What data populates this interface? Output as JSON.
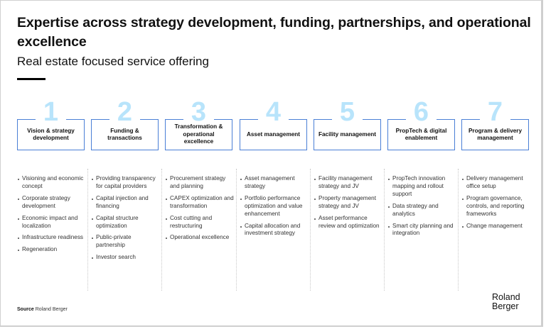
{
  "header": {
    "title": "Expertise across strategy development, funding, partnerships, and operational excellence",
    "subtitle": "Real estate focused service offering"
  },
  "colors": {
    "accent_number": "#b8e4fb",
    "box_border": "#4a7fd6"
  },
  "columns": [
    {
      "number": "1",
      "heading": "Vision & strategy development",
      "items": [
        "Visioning and economic concept",
        "Corporate strategy development",
        "Economic impact and localization",
        "Infrastructure readiness",
        "Regeneration"
      ]
    },
    {
      "number": "2",
      "heading": "Funding & transactions",
      "items": [
        "Providing transparency for capital providers",
        "Capital injection and financing",
        "Capital structure optimization",
        "Public-private partnership",
        "Investor search"
      ]
    },
    {
      "number": "3",
      "heading": "Transformation & operational excellence",
      "items": [
        "Procurement strategy and planning",
        "CAPEX optimization and transformation",
        "Cost cutting and restructuring",
        "Operational excellence"
      ]
    },
    {
      "number": "4",
      "heading": "Asset management",
      "items": [
        "Asset management strategy",
        "Portfolio performance optimization and value enhancement",
        "Capital allocation and investment strategy"
      ]
    },
    {
      "number": "5",
      "heading": "Facility management",
      "items": [
        "Facility management strategy and JV",
        "Property management strategy and JV",
        "Asset performance review and optimization"
      ]
    },
    {
      "number": "6",
      "heading": "PropTech & digital enablement",
      "items": [
        "PropTech innovation mapping and rollout support",
        "Data strategy and analytics",
        "Smart city planning and integration"
      ]
    },
    {
      "number": "7",
      "heading": "Program & delivery management",
      "items": [
        "Delivery management office setup",
        "Program governance, controls, and reporting frameworks",
        "Change management"
      ]
    }
  ],
  "footer": {
    "source_label": "Source",
    "source_value": "Roland Berger",
    "logo_line1": "Roland",
    "logo_line2": "Berger"
  }
}
